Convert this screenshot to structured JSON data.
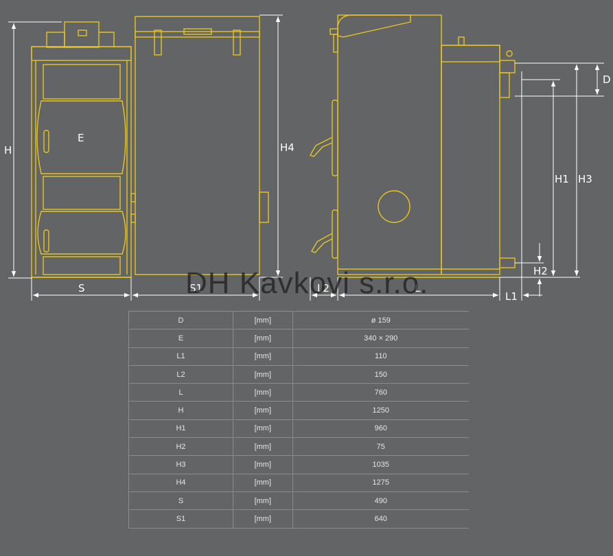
{
  "colors": {
    "background": "#636465",
    "outline": "#e8c51f",
    "dimension": "#ffffff"
  },
  "labels": {
    "H": "H",
    "E": "E",
    "S": "S",
    "S1": "S1",
    "H4": "H4",
    "L2": "L2",
    "L": "L",
    "L1": "L1",
    "D": "D",
    "H1": "H1",
    "H2": "H2",
    "H3": "H3"
  },
  "watermark": "DH Kavkovi s.r.o.",
  "table": {
    "rows": [
      {
        "dim": "D",
        "unit": "[mm]",
        "value": "ø 159"
      },
      {
        "dim": "E",
        "unit": "[mm]",
        "value": "340 × 290"
      },
      {
        "dim": "L1",
        "unit": "[mm]",
        "value": "110"
      },
      {
        "dim": "L2",
        "unit": "[mm]",
        "value": "150"
      },
      {
        "dim": "L",
        "unit": "[mm]",
        "value": "760"
      },
      {
        "dim": "H",
        "unit": "[mm]",
        "value": "1250"
      },
      {
        "dim": "H1",
        "unit": "[mm]",
        "value": "960"
      },
      {
        "dim": "H2",
        "unit": "[mm]",
        "value": "75"
      },
      {
        "dim": "H3",
        "unit": "[mm]",
        "value": "1035"
      },
      {
        "dim": "H4",
        "unit": "[mm]",
        "value": "1275"
      },
      {
        "dim": "S",
        "unit": "[mm]",
        "value": "490"
      },
      {
        "dim": "S1",
        "unit": "[mm]",
        "value": "640"
      }
    ]
  }
}
